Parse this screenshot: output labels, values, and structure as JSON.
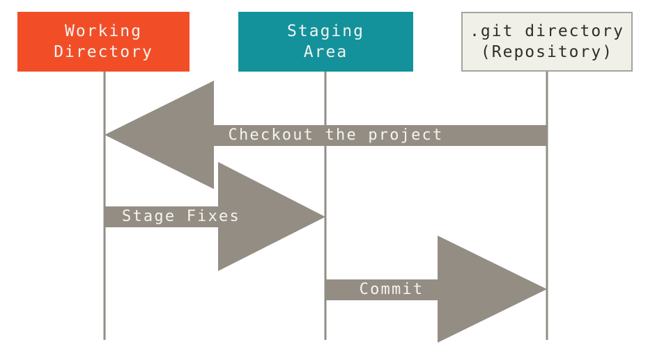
{
  "colors": {
    "working-dir-bg": "#f14e28",
    "staging-bg": "#13929b",
    "repo-bg": "#f1f0e8",
    "repo-border": "#a3a39f",
    "arrow": "#948d84",
    "lifeline": "#908d87",
    "box-text": "#f5f4f0",
    "repo-text": "#2e2d2b",
    "arrow-text": "#f5f4f0",
    "page-bg": "#ffffff"
  },
  "boxes": {
    "working_directory": "Working\nDirectory",
    "staging_area": "Staging\nArea",
    "git_directory": ".git directory\n(Repository)"
  },
  "arrows": {
    "checkout": "Checkout the project",
    "stage_fixes": "Stage Fixes",
    "commit": "Commit"
  }
}
